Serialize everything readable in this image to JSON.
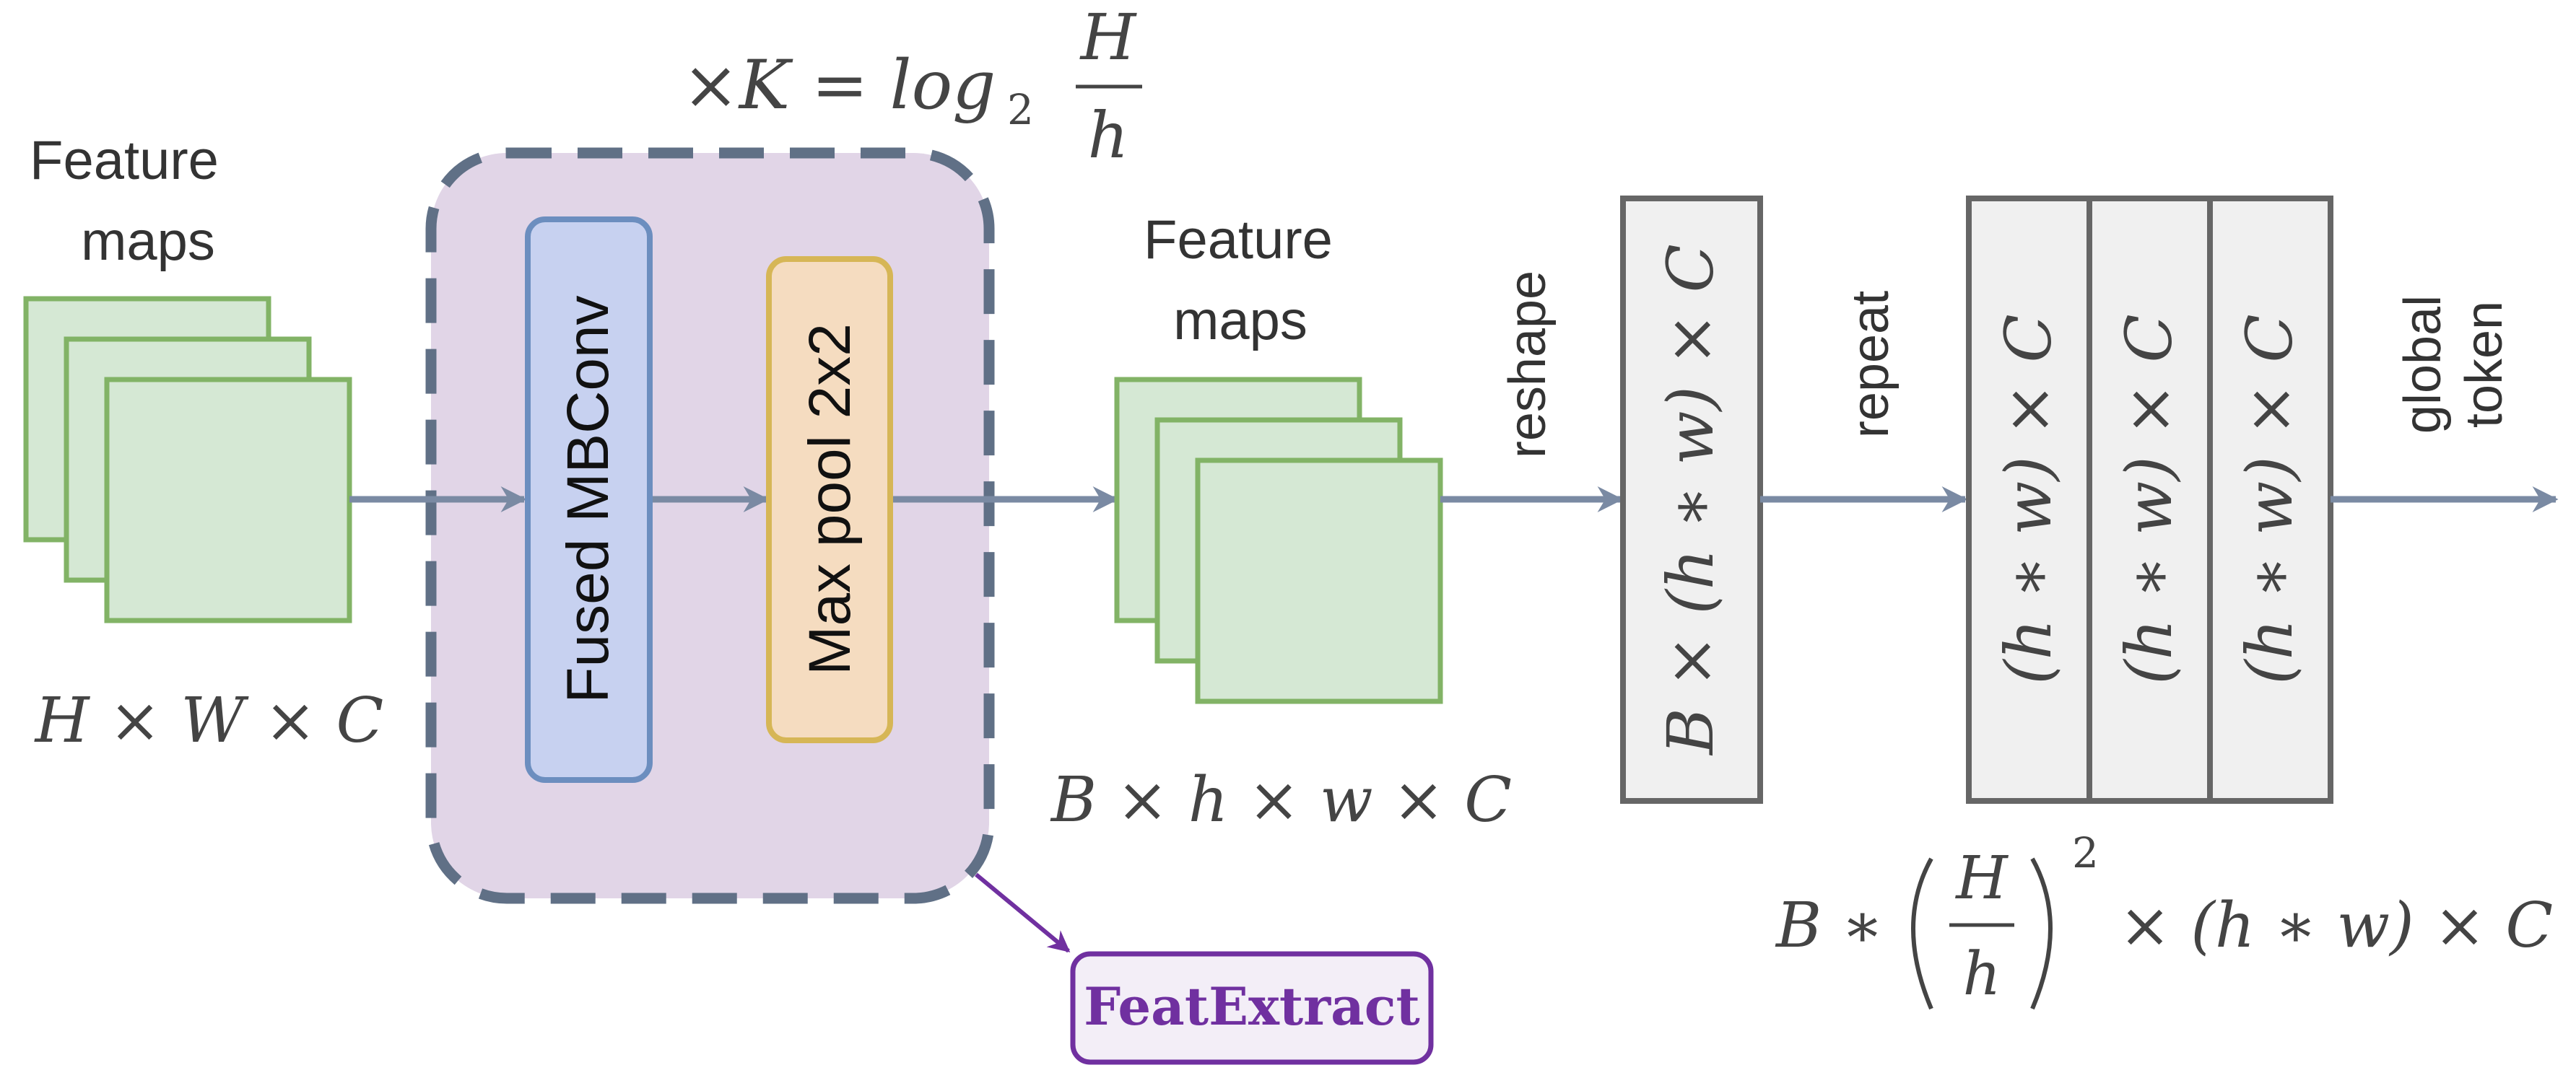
{
  "input": {
    "label_line1": "Feature",
    "label_line2": "maps",
    "dims": "H × W × C"
  },
  "repeat_formula": {
    "prefix": "×K = log",
    "subscript": "2",
    "numerator": "H",
    "denominator": "h"
  },
  "feat_extract": {
    "fused_mbconv_label": "Fused MBConv",
    "maxpool_label": "Max pool 2x2",
    "callout_label": "FeatExtract"
  },
  "output_maps": {
    "label_line1": "Feature",
    "label_line2": "maps",
    "dims": "B × h × w × C"
  },
  "reshape": {
    "arrow_label": "reshape",
    "box_label": "B × (h ∗ w) × C"
  },
  "repeat": {
    "arrow_label": "repeat",
    "column_labels": [
      "(h ∗ w) × C",
      "(h ∗ w) × C",
      "(h ∗ w) × C"
    ],
    "dims_prefix": "B ∗",
    "dims_numerator": "H",
    "dims_denominator": "h",
    "dims_exponent": "2",
    "dims_suffix": "× (h ∗ w) × C"
  },
  "output": {
    "label_line1": "global",
    "label_line2": "token"
  },
  "colors": {
    "arrow": "#7a8aa3",
    "map_fill": "#d5e8d4",
    "map_stroke": "#82b366",
    "region_fill": "#e1d5e7",
    "region_stroke": "#607086",
    "mbconv_fill": "#c7d1f0",
    "mbconv_stroke": "#6c8ebf",
    "maxpool_fill": "#f5dcc0",
    "maxpool_stroke": "#d6b656",
    "box_fill": "#f0f0f0",
    "box_stroke": "#666666",
    "callout": "#7030a0"
  }
}
